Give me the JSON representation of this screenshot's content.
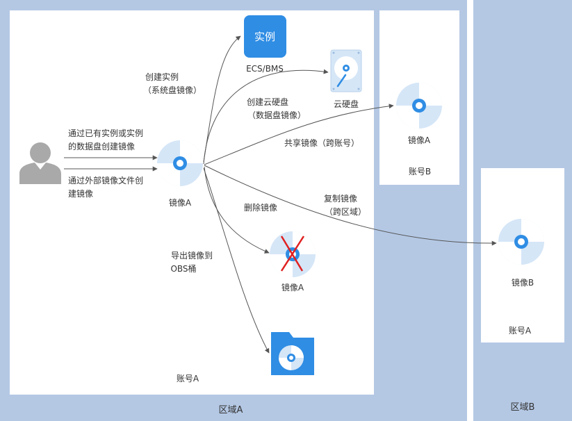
{
  "regions": {
    "region_a": "区域A",
    "region_b": "区域B"
  },
  "accounts": {
    "account_a": "账号A",
    "account_b_in_region_a": "账号B",
    "account_a_in_region_b": "账号A"
  },
  "sources": {
    "from_instance_line1": "通过已有实例或实例",
    "from_instance_line2": "的数据盘创建镜像",
    "from_external_line1": "通过外部镜像文件创",
    "from_external_line2": "建镜像"
  },
  "nodes": {
    "center_image": "镜像A",
    "instance_icon": "实例",
    "instance_label": "ECS/BMS",
    "evs_label": "云硬盘",
    "shared_image": "镜像A",
    "deleted_image": "镜像A",
    "replicated_image": "镜像B"
  },
  "actions": {
    "create_instance_line1": "创建实例",
    "create_instance_line2": "（系统盘镜像）",
    "create_evs_line1": "创建云硬盘",
    "create_evs_line2": "（数据盘镜像）",
    "share_image": "共享镜像（跨账号）",
    "replicate_line1": "复制镜像",
    "replicate_line2": "（跨区域）",
    "delete_image": "删除镜像",
    "export_line1": "导出镜像到",
    "export_line2": "OBS桶"
  },
  "colors": {
    "region_bg": "#b4c8e4",
    "account_bg": "#ffffff",
    "disc_light": "#d5e6f7",
    "disc_accent": "#2f8de4",
    "instance_box": "#2f8de4",
    "person": "#a9a9a9",
    "arrow": "#555555",
    "delete_cross": "#e02020"
  }
}
